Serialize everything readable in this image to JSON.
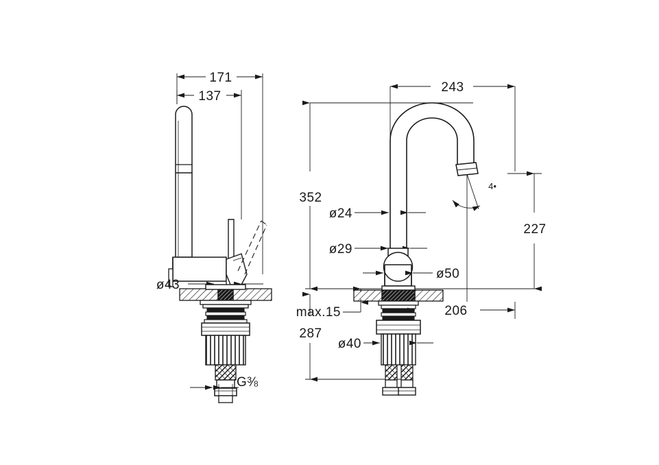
{
  "document": {
    "type": "technical-drawing",
    "subject": "kitchen-mixer-tap",
    "background_color": "#ffffff",
    "line_color": "#1a1a1a",
    "views": [
      "side-view",
      "front-view"
    ]
  },
  "dimensions": {
    "side_view": {
      "overall_depth": "171",
      "spout_depth": "137",
      "base_diameter": "ø43",
      "thread": "G⅜"
    },
    "front_view": {
      "spout_reach": "243",
      "total_height": "352",
      "spout_outlet_height": "227",
      "below_deck_length": "287",
      "tail_reach": "206",
      "deck_thickness": "max.15",
      "spout_tube_diameter": "ø24",
      "neck_diameter": "ø29",
      "body_diameter": "ø50",
      "shank_diameter": "ø40",
      "outlet_angle": "4°"
    }
  },
  "labels": [
    {
      "id": "d171",
      "text": "171"
    },
    {
      "id": "d137",
      "text": "137"
    },
    {
      "id": "d43",
      "text": "ø43"
    },
    {
      "id": "g38",
      "text": "G⅜"
    },
    {
      "id": "d243",
      "text": "243"
    },
    {
      "id": "d352",
      "text": "352"
    },
    {
      "id": "d227",
      "text": "227"
    },
    {
      "id": "d287",
      "text": "287"
    },
    {
      "id": "d206",
      "text": "206"
    },
    {
      "id": "dmax15",
      "text": "max.15"
    },
    {
      "id": "d24",
      "text": "ø24"
    },
    {
      "id": "d29",
      "text": "ø29"
    },
    {
      "id": "d50",
      "text": "ø50"
    },
    {
      "id": "d40",
      "text": "ø40"
    },
    {
      "id": "angle4",
      "text": "4•"
    }
  ]
}
